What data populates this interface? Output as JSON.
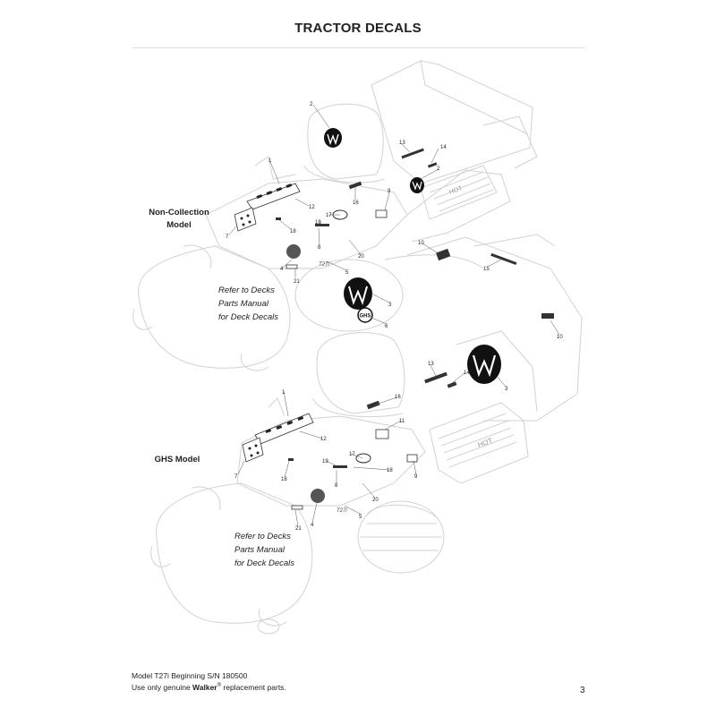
{
  "page": {
    "title": "TRACTOR DECALS",
    "page_number": "3"
  },
  "labels": {
    "non_collection": "Non-Collection\nModel",
    "ghs": "GHS Model"
  },
  "notes": {
    "deck_upper": "Refer to Decks\nParts Manual\nfor Deck Decals",
    "deck_lower": "Refer to Decks\nParts Manual\nfor Deck Decals"
  },
  "footer": {
    "model_line": "Model T27i Beginning S/N 180500",
    "genuine_prefix": "Use only genuine ",
    "brand": "Walker",
    "registered": "®",
    "genuine_suffix": " replacement parts."
  },
  "decal_text": {
    "hot": "HOT",
    "ghs": "GHS",
    "model_badge": "T27i"
  },
  "callouts_upper": [
    "2",
    "13",
    "14",
    "2",
    "1",
    "9",
    "16",
    "12",
    "17",
    "19",
    "18",
    "7",
    "8",
    "20",
    "10",
    "15",
    "4",
    "21",
    "5",
    "3",
    "6",
    "10"
  ],
  "callouts_lower": [
    "13",
    "14",
    "3",
    "1",
    "16",
    "11",
    "12",
    "17",
    "19",
    "18",
    "7",
    "18",
    "8",
    "9",
    "20",
    "5",
    "4",
    "21"
  ]
}
